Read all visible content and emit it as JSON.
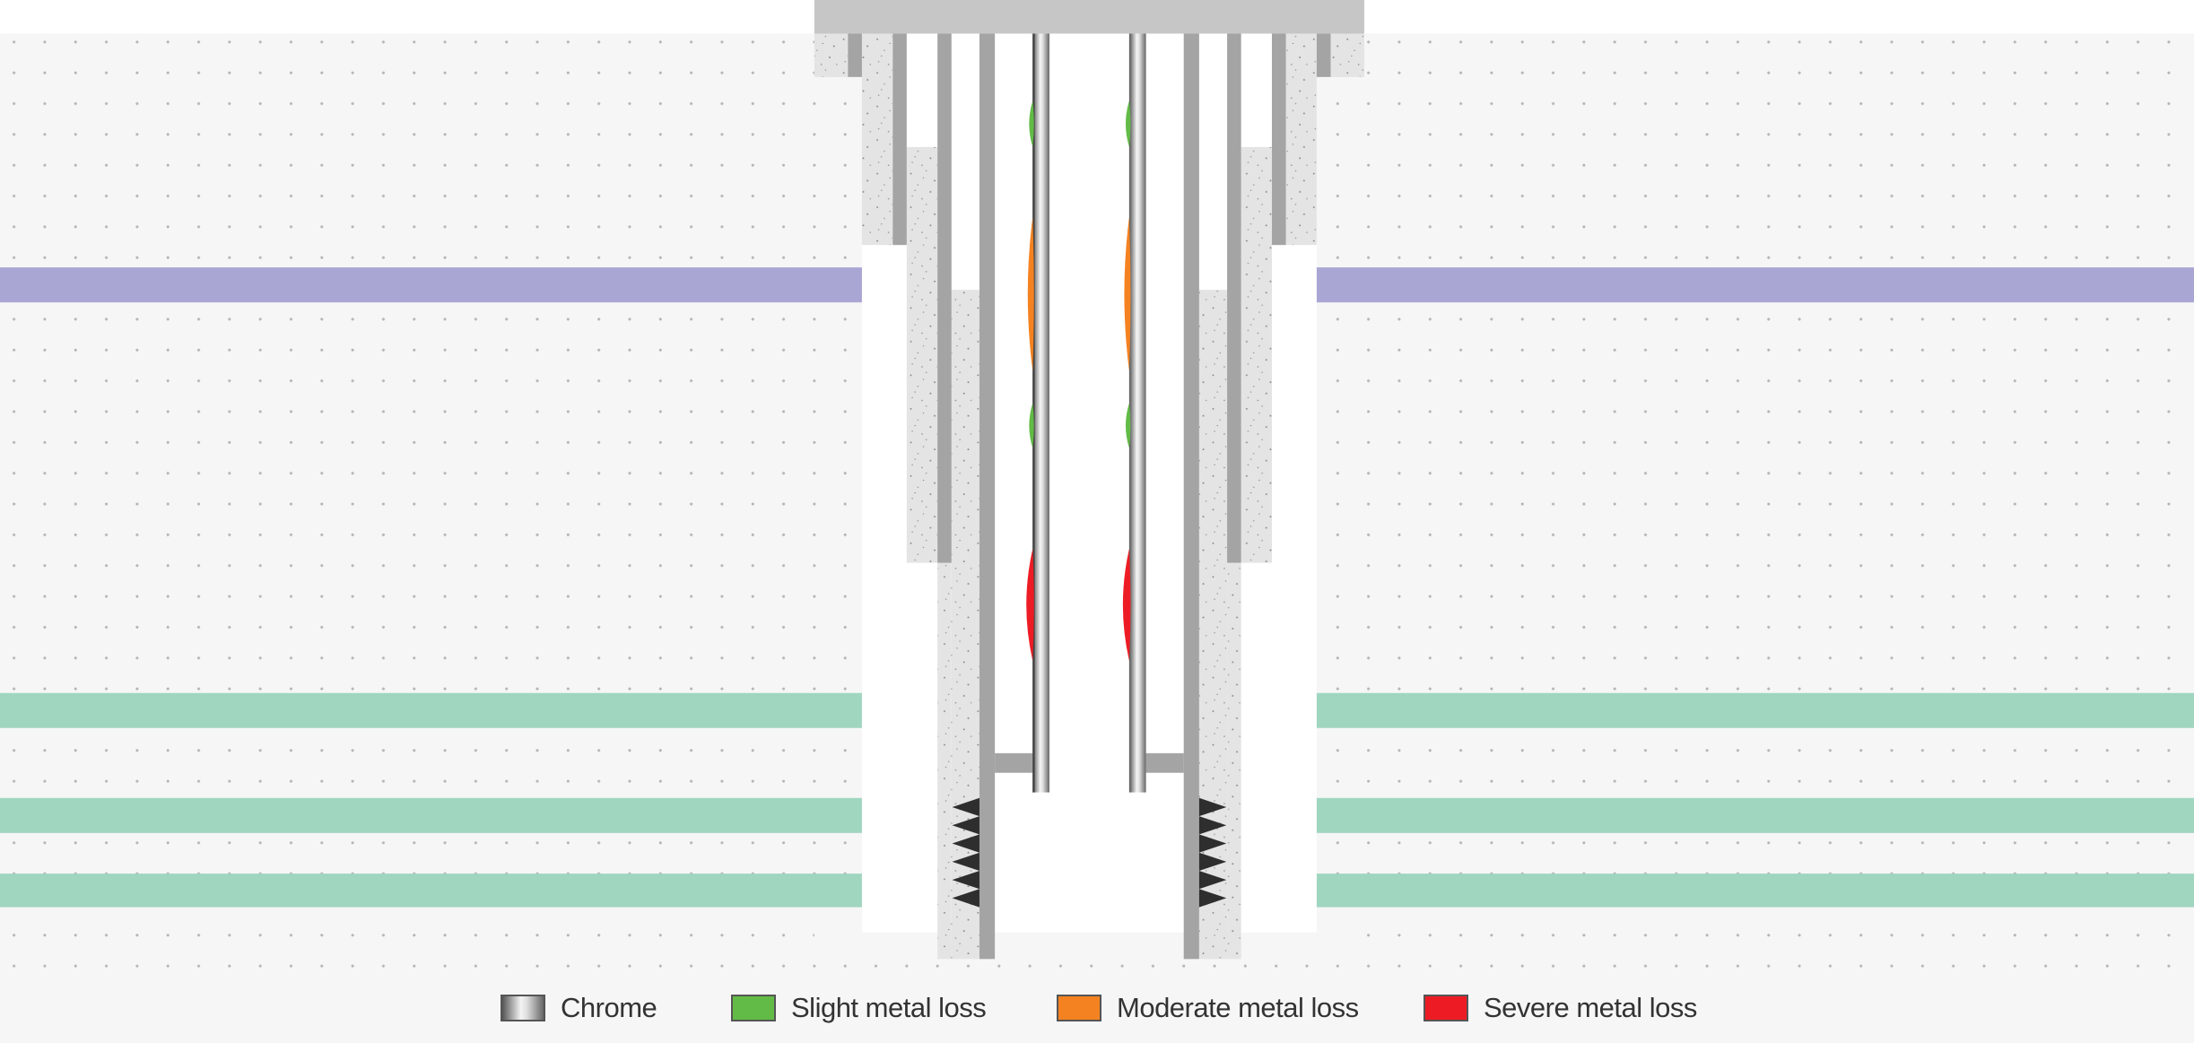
{
  "diagram": {
    "title_visible": false,
    "colors": {
      "background": "#f6f6f6",
      "dot": "#b8b8b8",
      "wellhead": "#c6c6c6",
      "steel": "#a4a4a4",
      "cement": "#e4e4e4",
      "formation_upper": "#aaa6d4",
      "formation_reservoir": "#a0d6c0",
      "perforation": "#2e2e2e",
      "slight": "#62bb46",
      "moderate": "#f58220",
      "severe": "#ed1c24"
    },
    "legend": [
      {
        "key": "chrome",
        "label": "Chrome",
        "icon": "chrome-gradient-swatch"
      },
      {
        "key": "slight",
        "label": "Slight metal loss",
        "color": "#62bb46"
      },
      {
        "key": "moderate",
        "label": "Moderate metal loss",
        "color": "#f58220"
      },
      {
        "key": "severe",
        "label": "Severe metal loss",
        "color": "#ed1c24"
      }
    ],
    "metal_loss_zones": [
      {
        "severity": "slight"
      },
      {
        "severity": "moderate"
      },
      {
        "severity": "slight"
      },
      {
        "severity": "severe"
      }
    ],
    "perforation_count": 6
  }
}
